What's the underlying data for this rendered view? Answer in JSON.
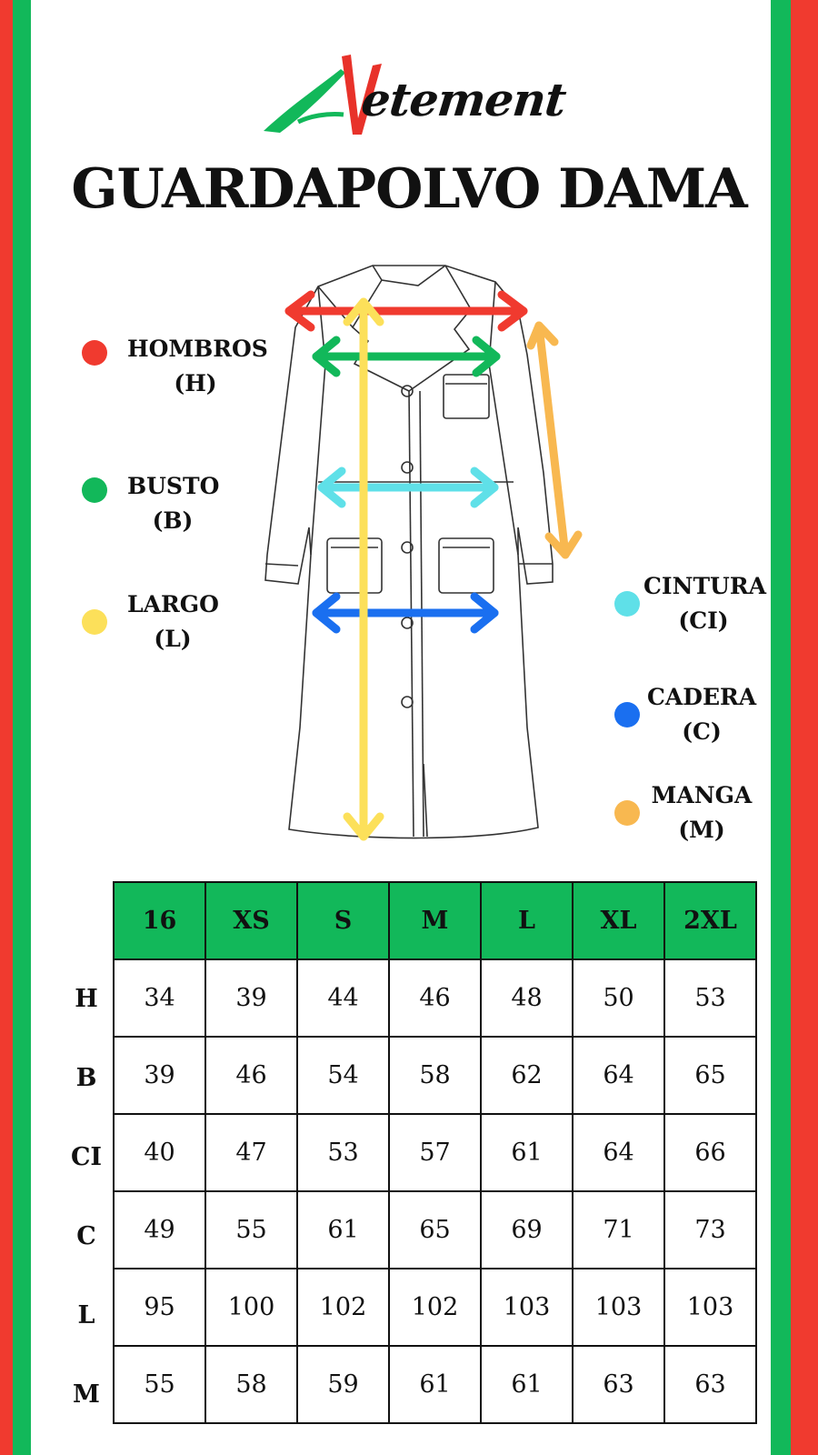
{
  "brand": {
    "logo_text": "AVetement",
    "colors": {
      "red": "#f03a2f",
      "green": "#12b85a"
    }
  },
  "title": "GUARDAPOLVO DAMA",
  "legend": [
    {
      "label": "HOMBROS",
      "code": "(H)",
      "color": "#f03a2f"
    },
    {
      "label": "BUSTO",
      "code": "(B)",
      "color": "#12b85a"
    },
    {
      "label": "LARGO",
      "code": "(L)",
      "color": "#fce05a"
    },
    {
      "label": "CINTURA",
      "code": "(CI)",
      "color": "#5fe0e8"
    },
    {
      "label": "CADERA",
      "code": "(C)",
      "color": "#1a6ff0"
    },
    {
      "label": "MANGA",
      "code": "(M)",
      "color": "#f8b850"
    }
  ],
  "table": {
    "headers": [
      "16",
      "XS",
      "S",
      "M",
      "L",
      "XL",
      "2XL"
    ],
    "rows": [
      {
        "label": "H",
        "values": [
          "34",
          "39",
          "44",
          "46",
          "48",
          "50",
          "53"
        ]
      },
      {
        "label": "B",
        "values": [
          "39",
          "46",
          "54",
          "58",
          "62",
          "64",
          "65"
        ]
      },
      {
        "label": "CI",
        "values": [
          "40",
          "47",
          "53",
          "57",
          "61",
          "64",
          "66"
        ]
      },
      {
        "label": "C",
        "values": [
          "49",
          "55",
          "61",
          "65",
          "69",
          "71",
          "73"
        ]
      },
      {
        "label": "L",
        "values": [
          "95",
          "100",
          "102",
          "102",
          "103",
          "103",
          "103"
        ]
      },
      {
        "label": "M",
        "values": [
          "55",
          "58",
          "59",
          "61",
          "61",
          "63",
          "63"
        ]
      }
    ]
  }
}
